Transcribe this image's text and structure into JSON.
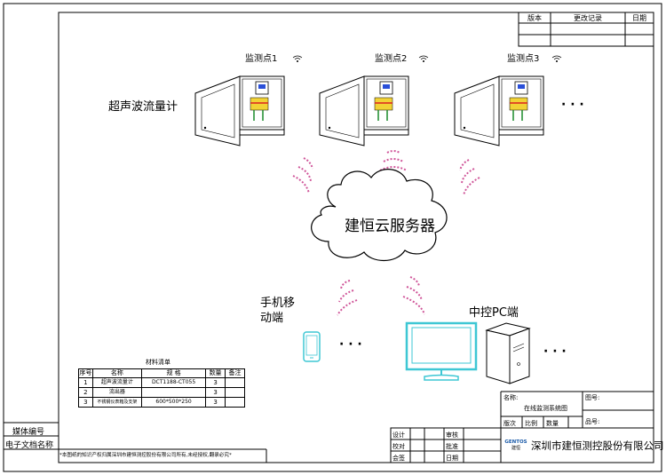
{
  "revision_table": {
    "headers": [
      "版本",
      "更改记录",
      "日期"
    ]
  },
  "monitor_points": [
    {
      "label": "监测点1"
    },
    {
      "label": "监测点2"
    },
    {
      "label": "监测点3"
    }
  ],
  "device_label": "超声波流量计",
  "ellipsis": "· · ·",
  "cloud_label": "建恒云服务器",
  "mobile_label_line1": "手机移",
  "mobile_label_line2": "动端",
  "pc_label": "中控PC端",
  "materials": {
    "title": "材料清单",
    "headers": [
      "序号",
      "名称",
      "规 格",
      "数量",
      "备注"
    ],
    "rows": [
      {
        "no": "1",
        "name": "超声波流量计",
        "spec": "DCT1188-CT055",
        "qty": "3",
        "note": ""
      },
      {
        "no": "2",
        "name": "流出器",
        "spec": "",
        "qty": "3",
        "note": ""
      },
      {
        "no": "3",
        "name": "不锈钢仪表箱及支架",
        "spec": "600*500*250",
        "qty": "3",
        "note": ""
      }
    ]
  },
  "side_labels": {
    "media_no": "媒体编号",
    "e_doc_name": "电子文档名称"
  },
  "footer_notice": "*本图纸的知识产权归属深圳市建恒测控股份有限公司所有,未经授权,翻录必究*",
  "title_block": {
    "name_label": "名称:",
    "drawing_name": "在线监测系统图",
    "drawing_no_label": "图号:",
    "version_label": "版次",
    "scale_label": "比例",
    "qty_label": "数量",
    "item_no_label": "品号:",
    "sign": {
      "design": "设计",
      "check": "校对",
      "countersign": "会签",
      "review": "审核",
      "approve": "批准",
      "date": "日期"
    },
    "company": "深圳市建恒测控股份有限公司",
    "logo_text": "GENTOS",
    "logo_sub": "建恒"
  },
  "colors": {
    "pc": "#3ec7d4",
    "signal": "#d0579a",
    "frame": "#000000"
  }
}
